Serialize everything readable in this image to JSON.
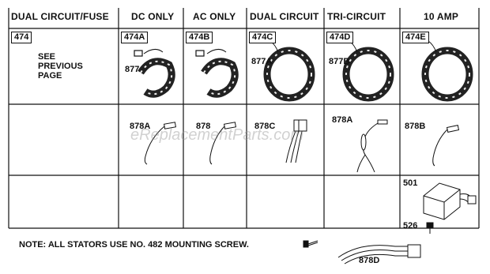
{
  "headers": [
    "DUAL CIRCUIT/FUSE",
    "DC ONLY",
    "AC ONLY",
    "DUAL CIRCUIT",
    "TRI-CIRCUIT",
    "10 AMP"
  ],
  "codes": [
    "474",
    "474A",
    "474B",
    "474C",
    "474D",
    "474E"
  ],
  "see_previous": [
    "SEE",
    "PREVIOUS",
    "PAGE"
  ],
  "stator_parts": [
    "877",
    "877A",
    "877B"
  ],
  "lead_parts": [
    "878A",
    "878",
    "878C",
    "878A",
    "878B"
  ],
  "regulator": {
    "part": "501",
    "screw_part": "526"
  },
  "note": "NOTE: ALL STATORS USE NO. 482 MOUNTING SCREW.",
  "harness_part": "878D",
  "watermark": "eReplacementParts.com"
}
